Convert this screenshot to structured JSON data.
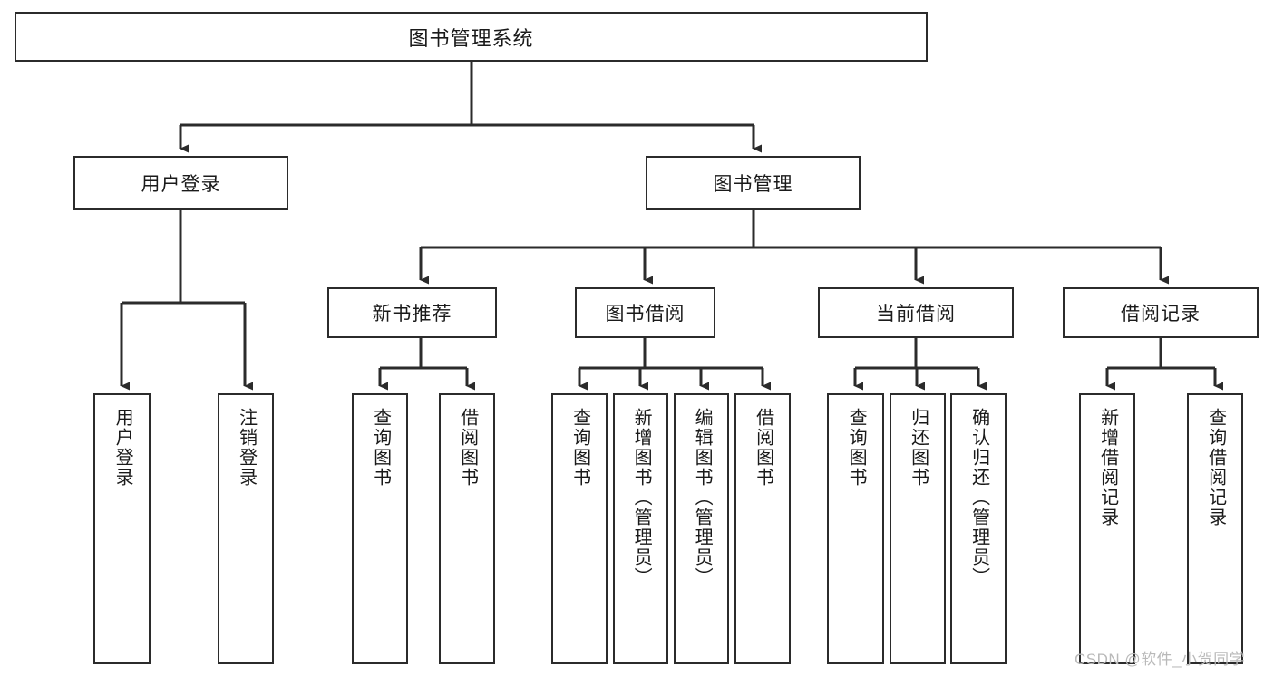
{
  "diagram": {
    "type": "tree",
    "root": {
      "id": "root",
      "label": "图书管理系统"
    },
    "level1": [
      {
        "id": "user-login",
        "label": "用户登录"
      },
      {
        "id": "book-management",
        "label": "图书管理"
      }
    ],
    "level2": [
      {
        "id": "new-book-recommend",
        "label": "新书推荐",
        "parent": "book-management"
      },
      {
        "id": "book-borrow",
        "label": "图书借阅",
        "parent": "book-management"
      },
      {
        "id": "current-borrow",
        "label": "当前借阅",
        "parent": "book-management"
      },
      {
        "id": "borrow-record",
        "label": "借阅记录",
        "parent": "book-management"
      }
    ],
    "leaves": [
      {
        "id": "leaf-user-login",
        "label": "用户登录",
        "parent": "user-login"
      },
      {
        "id": "leaf-logout-login",
        "label": "注销登录",
        "parent": "user-login"
      },
      {
        "id": "leaf-query-book-1",
        "label": "查询图书",
        "parent": "new-book-recommend"
      },
      {
        "id": "leaf-borrow-book-1",
        "label": "借阅图书",
        "parent": "new-book-recommend"
      },
      {
        "id": "leaf-query-book-2",
        "label": "查询图书",
        "parent": "book-borrow"
      },
      {
        "id": "leaf-add-book",
        "label": "新增图书（管理员）",
        "parent": "book-borrow"
      },
      {
        "id": "leaf-edit-book",
        "label": "编辑图书（管理员）",
        "parent": "book-borrow"
      },
      {
        "id": "leaf-borrow-book-2",
        "label": "借阅图书",
        "parent": "book-borrow"
      },
      {
        "id": "leaf-query-book-3",
        "label": "查询图书",
        "parent": "current-borrow"
      },
      {
        "id": "leaf-return-book",
        "label": "归还图书",
        "parent": "current-borrow"
      },
      {
        "id": "leaf-confirm-return",
        "label": "确认归还（管理员）",
        "parent": "current-borrow"
      },
      {
        "id": "leaf-add-record",
        "label": "新增借阅记录",
        "parent": "borrow-record"
      },
      {
        "id": "leaf-query-record",
        "label": "查询借阅记录",
        "parent": "borrow-record"
      }
    ],
    "colors": {
      "stroke": "#2b2b2b",
      "fill": "#ffffff",
      "text": "#1a1a1a",
      "watermark": "#b9b9b9"
    }
  },
  "watermark": {
    "text": "CSDN @软件_小贺同学"
  }
}
